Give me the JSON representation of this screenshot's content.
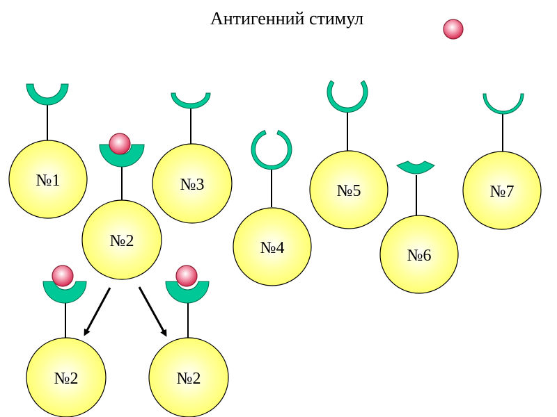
{
  "title": "Антигенний стимул",
  "colors": {
    "cell_fill": "#ffff80",
    "cell_highlight": "#ffffff",
    "receptor": "#00c896",
    "antigen": "#e8456a",
    "antigen_highlight": "#ffffff"
  },
  "cells": {
    "c1": {
      "label": "№1"
    },
    "c2": {
      "label": "№2"
    },
    "c3": {
      "label": "№3"
    },
    "c4": {
      "label": "№4"
    },
    "c5": {
      "label": "№5"
    },
    "c6": {
      "label": "№6"
    },
    "c7": {
      "label": "№7"
    },
    "c2a": {
      "label": "№2"
    },
    "c2b": {
      "label": "№2"
    }
  }
}
